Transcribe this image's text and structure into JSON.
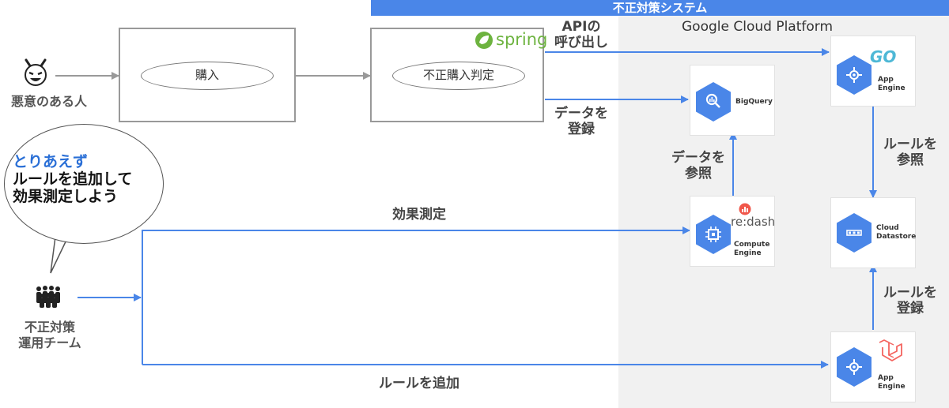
{
  "system_title": "不正対策システム",
  "gcp_title": "Google Cloud Platform",
  "actors": {
    "malicious_user": "悪意のある人",
    "ops_team_line1": "不正対策",
    "ops_team_line2": "運用チーム"
  },
  "boxes": {
    "purchase": "購入",
    "fraud_check": "不正購入判定",
    "spring_logo": "spring"
  },
  "edge_labels": {
    "api_call_1": "APIの",
    "api_call_2": "呼び出し",
    "register_data_1": "データを",
    "register_data_2": "登録",
    "refer_data_1": "データを",
    "refer_data_2": "参照",
    "refer_rule_1": "ルールを",
    "refer_rule_2": "参照",
    "register_rule_1": "ルールを",
    "register_rule_2": "登録",
    "measure": "効果測定",
    "add_rule": "ルールを追加"
  },
  "bubble": {
    "line1": "とりあえず",
    "line2": "ルールを追加して",
    "line3": "効果測定しよう"
  },
  "services": {
    "bigquery": "BigQuery",
    "appengine_go_1": "App",
    "appengine_go_2": "Engine",
    "go_logo": "GO",
    "compute_1": "Compute",
    "compute_2": "Engine",
    "redash_logo": "re:dash",
    "datastore_1": "Cloud",
    "datastore_2": "Datastore",
    "appengine_laravel_1": "App",
    "appengine_laravel_2": "Engine"
  },
  "colors": {
    "system_bar": "#4a86e8",
    "arrow_blue": "#4a86e8",
    "arrow_gray": "#999999",
    "gcp_background": "#f1f1f1",
    "spring_green": "#6db33f",
    "redash_red": "#f0574b",
    "laravel_red": "#f4645f"
  }
}
